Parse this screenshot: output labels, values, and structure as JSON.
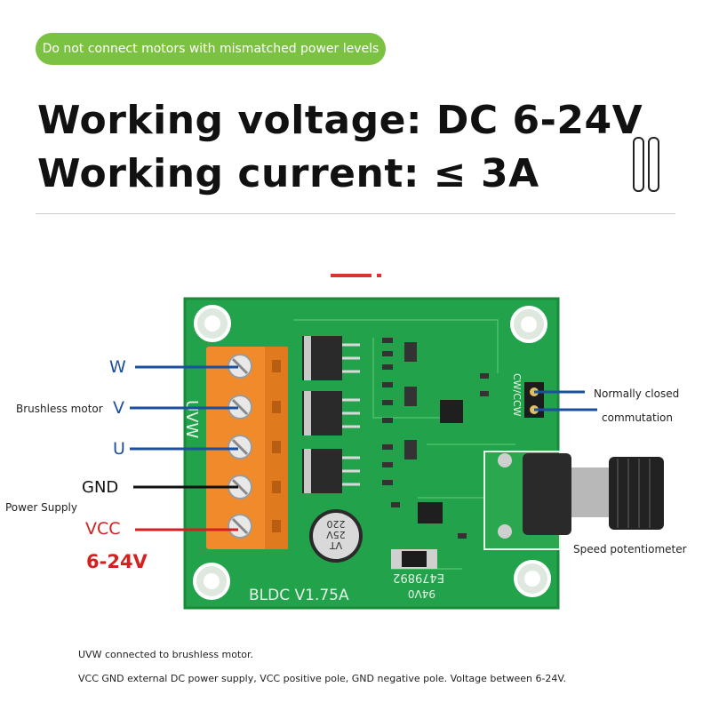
{
  "banner": {
    "text": "Do not connect motors with mismatched power levels"
  },
  "headline": {
    "voltage": "Working voltage: DC 6-24V",
    "current": "Working current: ≤ 3A"
  },
  "left_labels": {
    "w": "W",
    "v": "V",
    "u": "U",
    "brushless_motor": "Brushless motor",
    "gnd": "GND",
    "power_supply": "Power Supply",
    "vcc": "VCC",
    "range": "6-24V"
  },
  "right_labels": {
    "normally_closed": "Normally closed",
    "commutation": "commutation",
    "speed_potentiometer": "Speed potentiometer"
  },
  "board": {
    "model": "BLDC  V1.75A",
    "cap_value": "220",
    "cap_voltage": "25V",
    "cap_series": "VT",
    "cert_code": "E479892",
    "rating": "94V0",
    "dir_label": "CW/CCW",
    "terminal_print": "UVW",
    "pcb_color": "#22a24a",
    "terminal_color": "#f08a2b"
  },
  "notes": {
    "line1": "UVW connected to brushless motor.",
    "line2": "VCC GND external DC power supply, VCC positive pole, GND negative pole. Voltage between 6-24V."
  }
}
